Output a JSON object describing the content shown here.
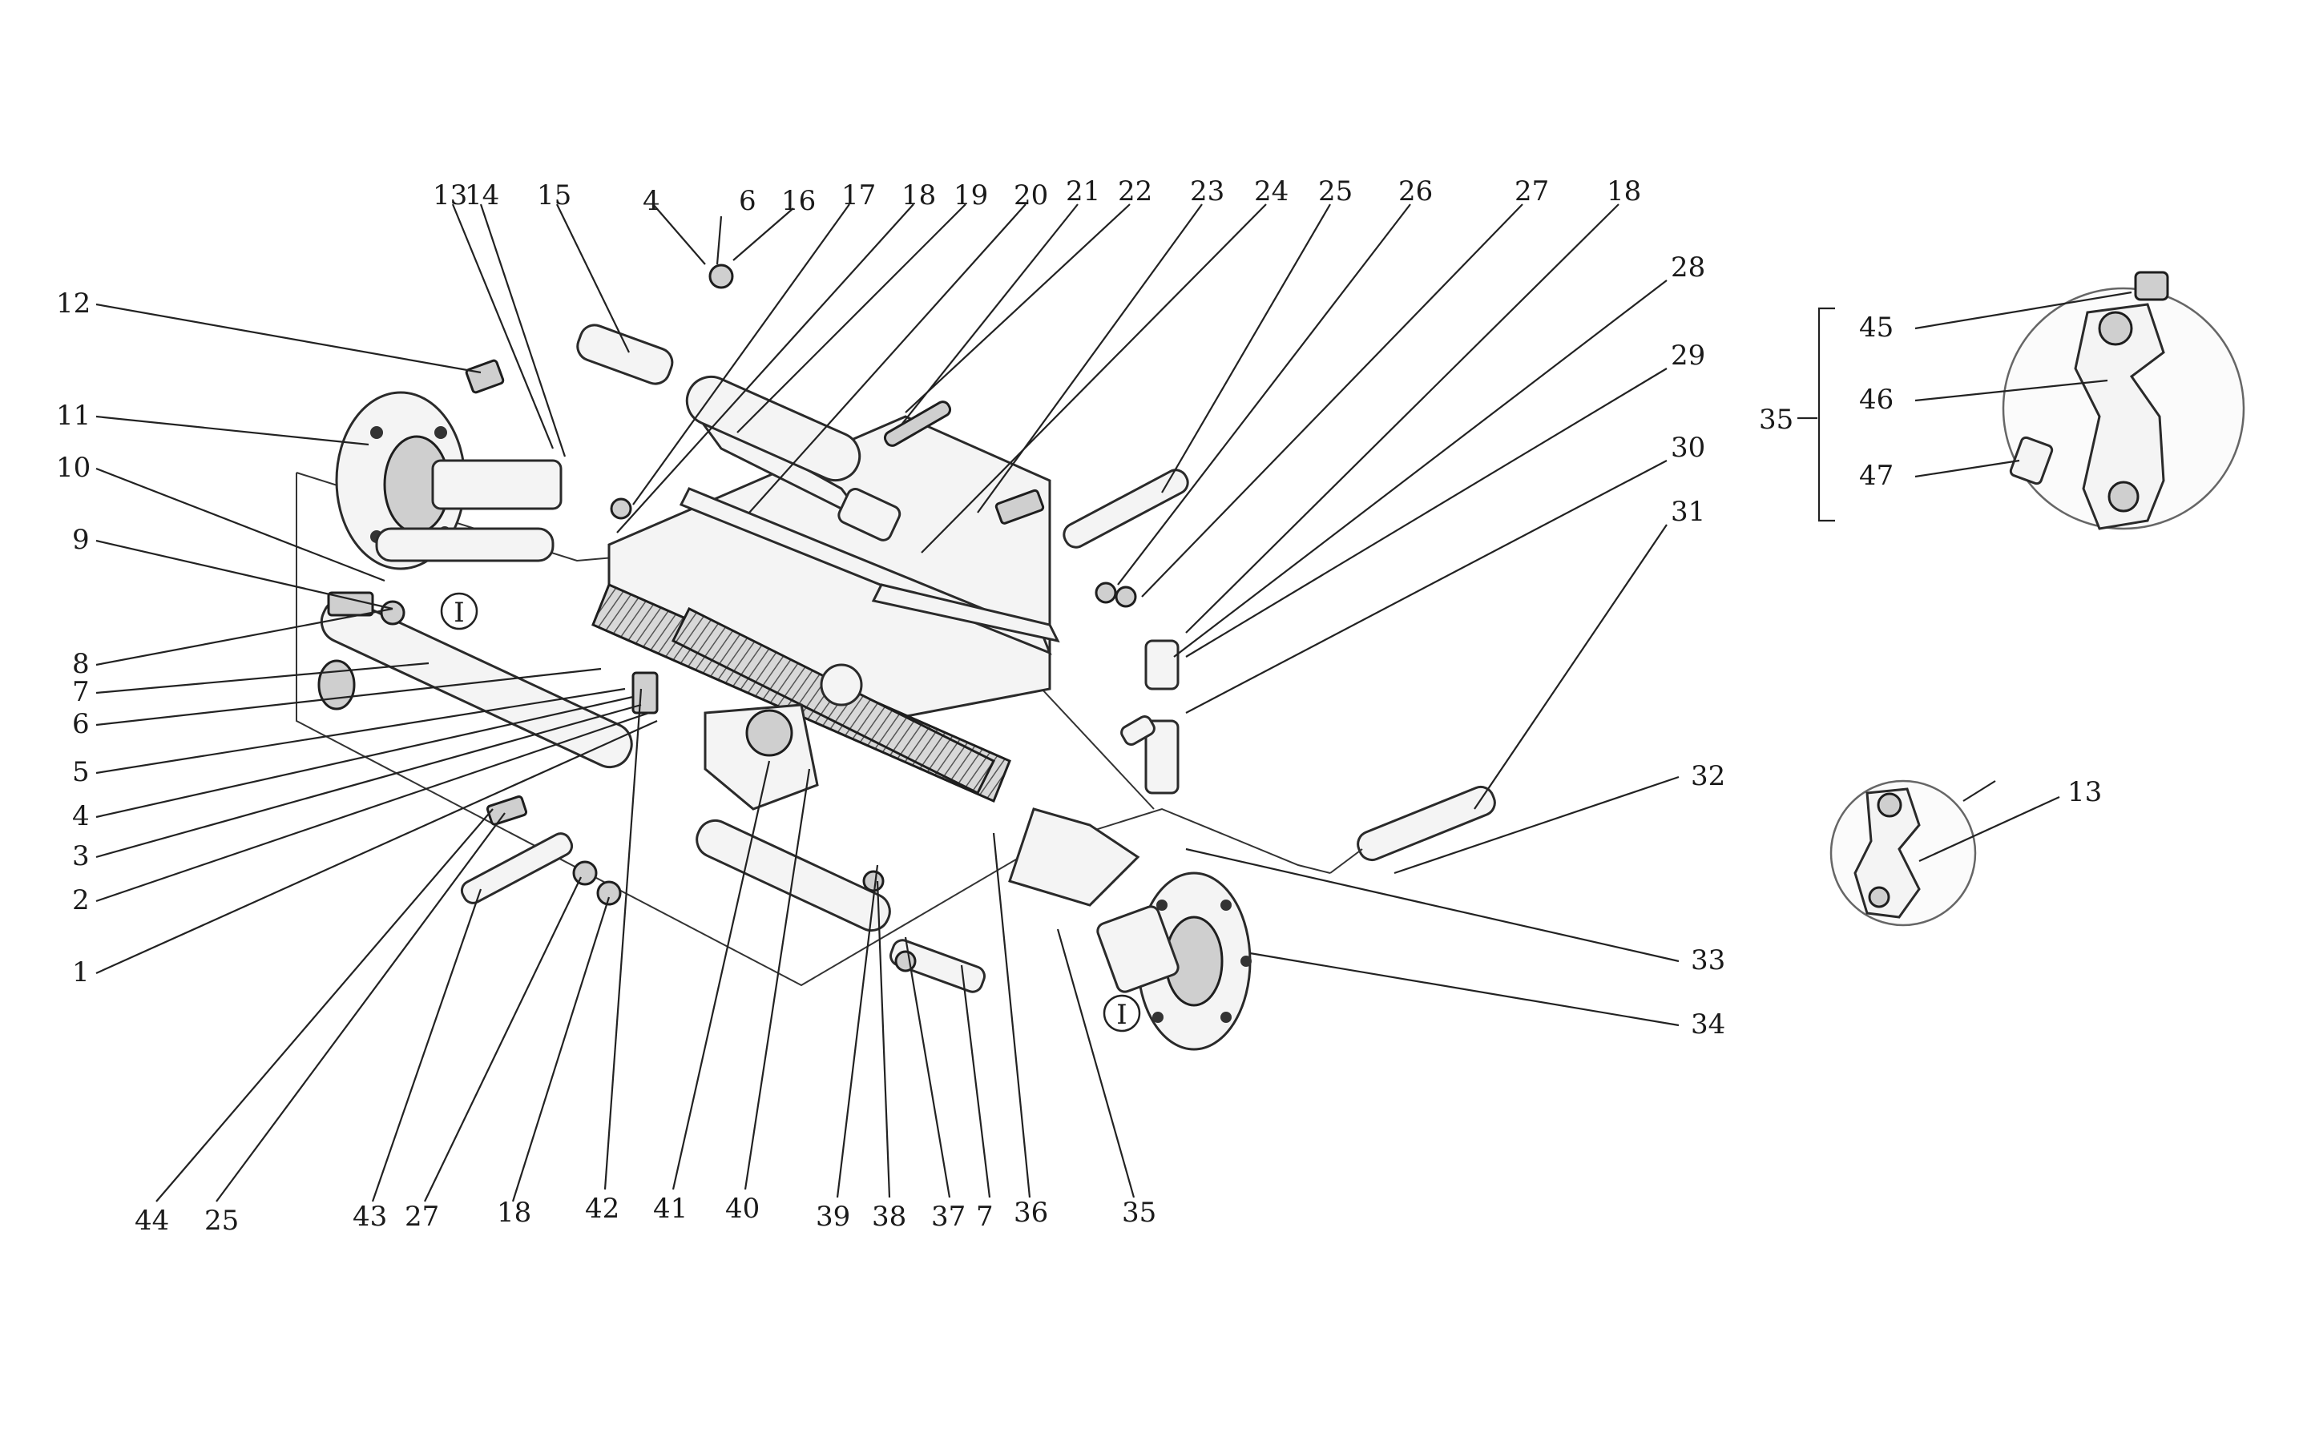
{
  "figure": {
    "callouts_top": [
      "13",
      "14",
      "15",
      "4",
      "6",
      "16",
      "17",
      "18",
      "19",
      "20",
      "21",
      "22",
      "23",
      "24",
      "25",
      "26",
      "27",
      "18",
      "28",
      "29",
      "30",
      "31"
    ],
    "callouts_left": [
      "12",
      "11",
      "10",
      "9",
      "8",
      "7",
      "6",
      "5",
      "4",
      "3",
      "2",
      "1"
    ],
    "callouts_right": [
      "32",
      "33",
      "34"
    ],
    "callouts_bottom": [
      "44",
      "25",
      "43",
      "27",
      "18",
      "42",
      "41",
      "40",
      "39",
      "38",
      "37",
      "7",
      "36",
      "35"
    ],
    "detail_a": {
      "group_label": "35",
      "items": [
        "45",
        "46",
        "47"
      ]
    },
    "detail_b": {
      "item": "13"
    },
    "marker_roman": "I"
  }
}
